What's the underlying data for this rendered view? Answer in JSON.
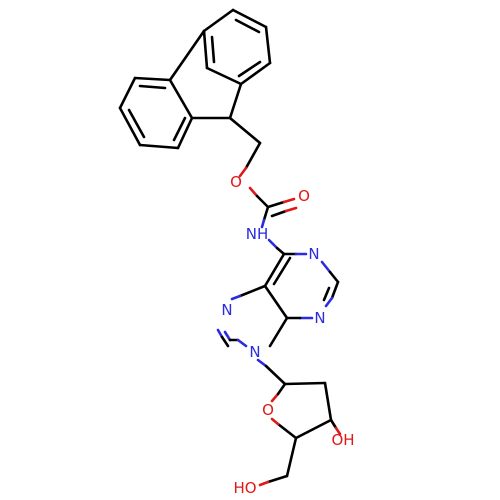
{
  "structure": {
    "colors": {
      "carbon_bond": "#000000",
      "nitrogen": "#2b2be0",
      "oxygen": "#e01818",
      "background": "#ffffff"
    },
    "atom_labels": {
      "carbamate_ether_o": "O",
      "carbonyl_o": "O",
      "amide_nh": "NH",
      "purine_n1": "N",
      "purine_n3": "N",
      "purine_n7": "N",
      "purine_n9": "N",
      "ring_oxygen": "O",
      "hydroxyl_3": "OH",
      "hydroxyl_5": "HO"
    }
  }
}
